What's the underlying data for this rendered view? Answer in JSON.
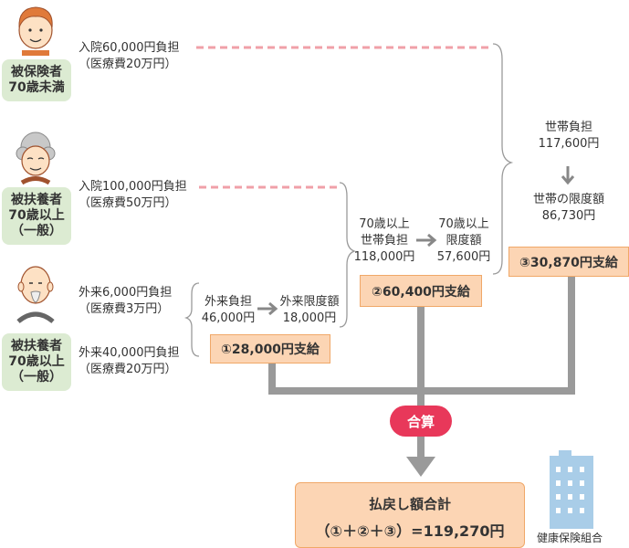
{
  "persons": [
    {
      "label": "被保険者\n70歳未満",
      "notes": [
        "入院60,000円負担\n（医療費20万円）"
      ]
    },
    {
      "label": "被扶養者\n70歳以上\n（一般）",
      "notes": [
        "入院100,000円負担\n（医療費50万円）"
      ]
    },
    {
      "label": "被扶養者\n70歳以上\n（一般）",
      "notes": [
        "外来6,000円負担\n（医療費3万円）",
        "外来40,000円負担\n（医療費20万円）"
      ]
    }
  ],
  "stage1": {
    "left": "外来負担\n46,000円",
    "right": "外来限度額\n18,000円",
    "payout": "①28,000円支給"
  },
  "stage2": {
    "left": "70歳以上\n世帯負担\n118,000円",
    "right": "70歳以上\n限度額\n57,600円",
    "payout": "②60,400円支給"
  },
  "stage3": {
    "top": "世帯負担\n117,600円",
    "bottom": "世帯の限度額\n86,730円",
    "payout": "③30,870円支給"
  },
  "merge_label": "合算",
  "total": {
    "title": "払戻し額合計",
    "formula": "（①＋②＋③）=119,270円"
  },
  "building_label": "健康保険組合",
  "colors": {
    "person_label_bg": "#dcebd2",
    "payout_bg": "#fcd5b4",
    "payout_border": "#f0a868",
    "merge_badge": "#e8385a",
    "connector": "#9a9a9a",
    "dashed": "#f0a0a8",
    "building": "#a9cde8"
  }
}
